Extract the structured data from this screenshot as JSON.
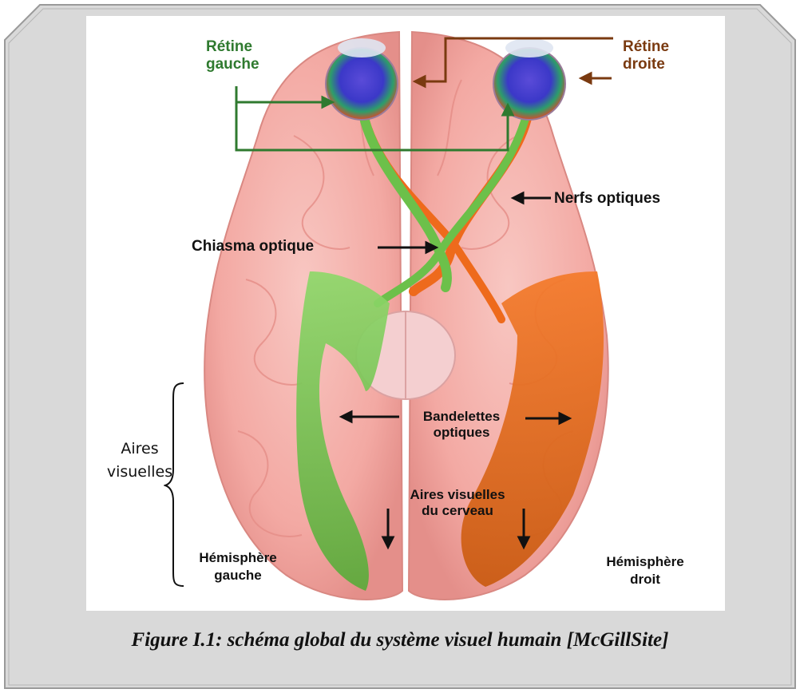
{
  "labels": {
    "retina_left": [
      "Rétine",
      "gauche"
    ],
    "retina_right": [
      "Rétine",
      "droite"
    ],
    "optic_nerves": "Nerfs optiques",
    "chiasm": "Chiasma optique",
    "optic_tracts": [
      "Bandelettes",
      "optiques"
    ],
    "visual_areas_brain": [
      "Aires visuelles",
      "du cerveau"
    ],
    "hemisphere_left": [
      "Hémisphère",
      "gauche"
    ],
    "hemisphere_right": [
      "Hémisphère",
      "droit"
    ],
    "side_bracket": [
      "Aires",
      "visuelles"
    ]
  },
  "caption": "Figure I.1: schéma global du système visuel humain [McGillSite]",
  "colors": {
    "frame_fill": "#d9d9d9",
    "brain_pink": "#f3a9a3",
    "left_pathway": "#6cc04a",
    "right_pathway": "#ee6a1c",
    "label_green": "#2f7a2f",
    "label_brown": "#7a3a10"
  }
}
